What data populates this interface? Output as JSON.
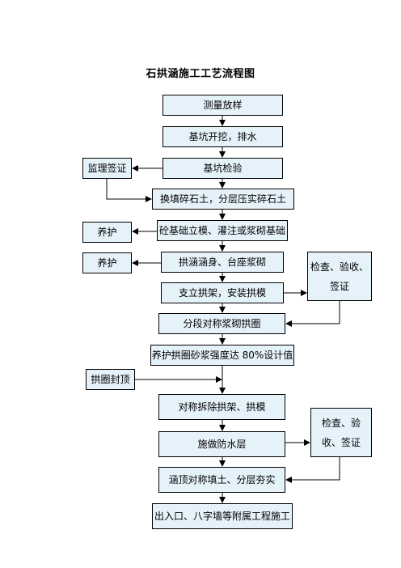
{
  "title": "石拱涵施工工艺流程图",
  "steps": [
    "测量放样",
    "基坑开挖，排水",
    "基坑检验",
    "换填碎石土，分层压实碎石土",
    "砼基础立模、灌注或浆砌基础",
    "拱涵涵身、台座浆砌",
    "支立拱架，安装拱模",
    "分段对称浆砌拱圈",
    "养护拱圈砂浆强度达 80%设计值",
    "对称拆除拱架、拱模",
    "施做防水层",
    "涵顶对称填土、分层夯实",
    "出入口、八字墙等附属工程施工"
  ],
  "side_boxes": {
    "supervision": "监理签证",
    "curing_1": "养护",
    "curing_2": "养护",
    "inspection_1": "检查、验收、签证",
    "arch_closing": "拱圈封顶",
    "inspection_2": "检查、验收、签证"
  },
  "colors": {
    "box_fill": "#e6f2fa",
    "line": "#000000"
  }
}
